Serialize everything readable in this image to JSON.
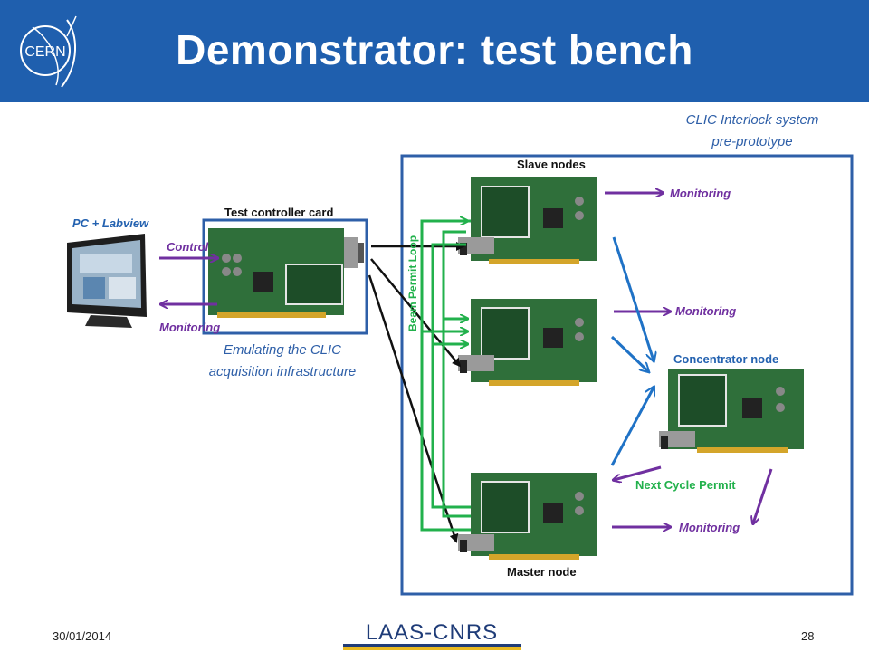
{
  "slide": {
    "title": "Demonstrator: test bench",
    "date": "30/01/2014",
    "page_number": "28",
    "cern_logo_text": "CERN",
    "partner_logo_text": "LAAS-CNRS"
  },
  "captions": {
    "interlock_line1": "CLIC Interlock system",
    "interlock_line2": "pre-prototype",
    "emulating_line1": "Emulating the CLIC",
    "emulating_line2": "acquisition infrastructure"
  },
  "diagram": {
    "pc_label": "PC + Labview",
    "control_label": "Control",
    "monitoring_pc_label": "Monitoring",
    "test_controller_label": "Test controller card",
    "slave_nodes_label": "Slave nodes",
    "master_node_label": "Master node",
    "concentrator_label": "Concentrator node",
    "beam_permit_label": "Beam Permit Loop",
    "next_cycle_label": "Next Cycle Permit",
    "monitoring_1": "Monitoring",
    "monitoring_2": "Monitoring",
    "monitoring_3": "Monitoring"
  },
  "colors": {
    "header_blue": "#1f5fae",
    "frame_blue": "#2e5fa8",
    "purple_arrow": "#7030a0",
    "blue_arrow": "#1f72c6",
    "green_loop": "#22b14c",
    "label_blue": "#2462b0",
    "pcb_green": "#2f6f3a"
  }
}
